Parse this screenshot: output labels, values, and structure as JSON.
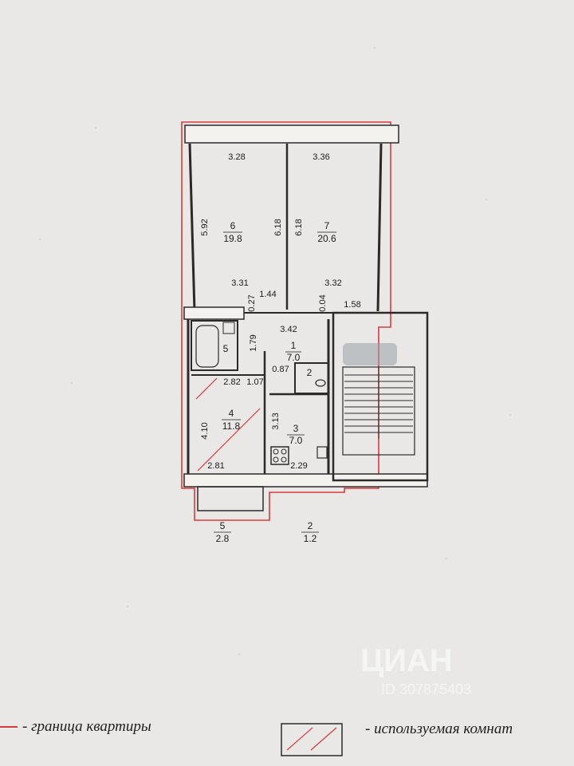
{
  "rooms": {
    "r6": {
      "number": "6",
      "area": "19.8"
    },
    "r7": {
      "number": "7",
      "area": "20.6"
    },
    "r1": {
      "number": "1",
      "area": "7.0"
    },
    "r5": {
      "number": "5"
    },
    "r2": {
      "number": "2"
    },
    "r4": {
      "number": "4",
      "area": "11.8"
    },
    "r3": {
      "number": "3",
      "area": "7.0"
    },
    "balcony": {
      "number": "5",
      "area": "2.8"
    },
    "loggia": {
      "number": "2",
      "area": "1.2"
    }
  },
  "dims": {
    "d_top6": "3.28",
    "d_top7": "3.36",
    "d_h6": "5.92",
    "d_h6b": "6.18",
    "d_h7": "6.18",
    "d_b6": "3.31",
    "d_b7": "3.32",
    "d_027": "0.27",
    "d_144": "1.44",
    "d_004": "0.04",
    "d_158": "1.58",
    "d_342": "3.42",
    "d_179": "1.79",
    "d_087": "0.87",
    "d_282": "2.82",
    "d_107": "1.07",
    "d_410": "4.10",
    "d_313": "3.13",
    "d_281": "2.81",
    "d_229": "2.29"
  },
  "legend": {
    "boundary": "- граница квартиры",
    "used_room": "- используемая комнат"
  },
  "watermark": {
    "brand": "ЦИАН",
    "id": "ID 307875403"
  },
  "colors": {
    "boundary": "#d93b3b",
    "wall": "#2a2a2a",
    "paper": "#e9e8e6"
  }
}
